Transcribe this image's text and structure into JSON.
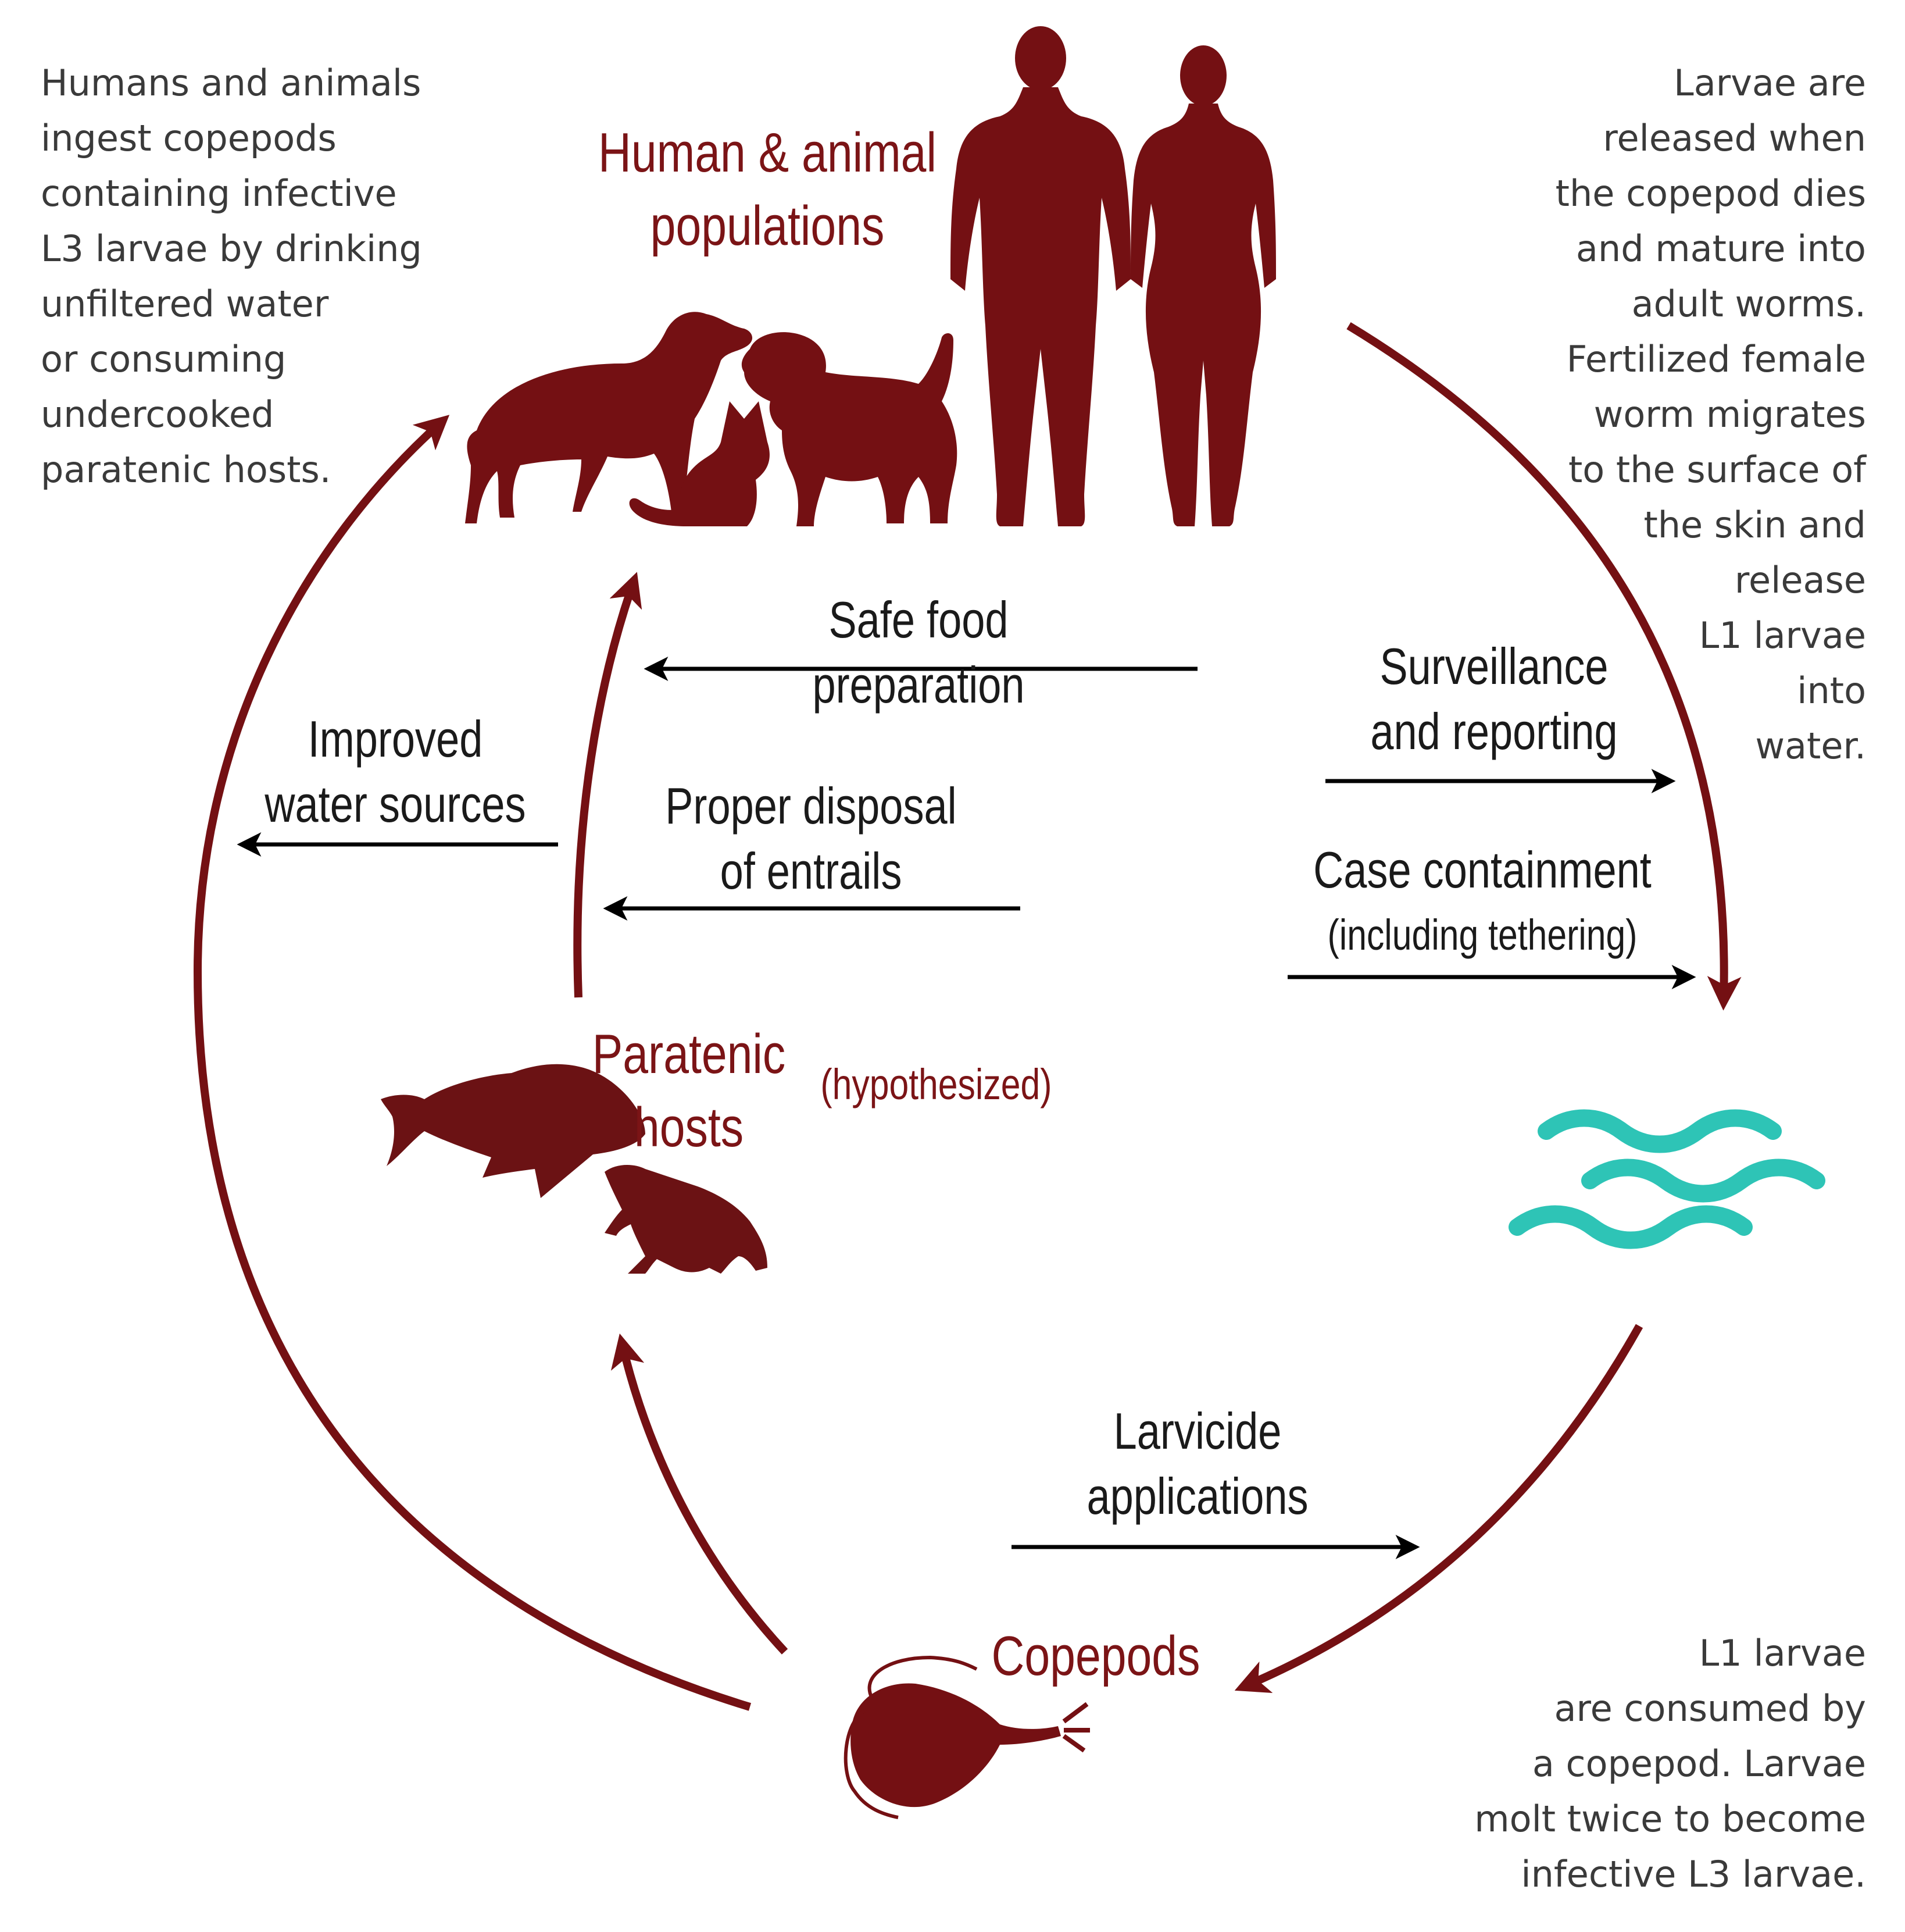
{
  "colors": {
    "cycle": "#741013",
    "water": "#2ec4b6",
    "intervention_arrow": "#000000",
    "description_text": "#3a3a3a",
    "stage_label": "#7b1416"
  },
  "stages": {
    "human_animal": "Human & animal\npopulations",
    "paratenic_hosts": "Paratenic\nhosts",
    "paratenic_hosts_note": "(hypothesized)",
    "copepods": "Copepods"
  },
  "descriptions": {
    "ingestion": "Humans and animals\ningest copepods\ncontaining infective\nL3 larvae by drinking\nunfiltered water\nor consuming\nundercooked\nparatenic hosts.",
    "release": "Larvae are\nreleased when\nthe copepod dies\nand mature into\nadult worms.\nFertilized female\nworm migrates\nto the surface of\nthe skin and\nrelease\nL1 larvae\ninto\nwater.",
    "molting": "L1 larvae\nare consumed by\na copepod. Larvae\nmolt twice to become\ninfective L3 larvae."
  },
  "interventions": {
    "safe_food": "Safe food preparation",
    "improved_water": "Improved\nwater sources",
    "proper_disposal": "Proper disposal\nof entrails",
    "surveillance": "Surveillance\nand reporting",
    "case_containment": "Case containment",
    "case_containment_note": "(including tethering)",
    "larvicide": "Larvicide\napplications"
  },
  "icons": [
    "dog-icon",
    "cat-icon",
    "baboon-icon",
    "man-icon",
    "woman-icon",
    "fish-icon",
    "frog-icon",
    "copepod-icon",
    "water-waves-icon"
  ]
}
